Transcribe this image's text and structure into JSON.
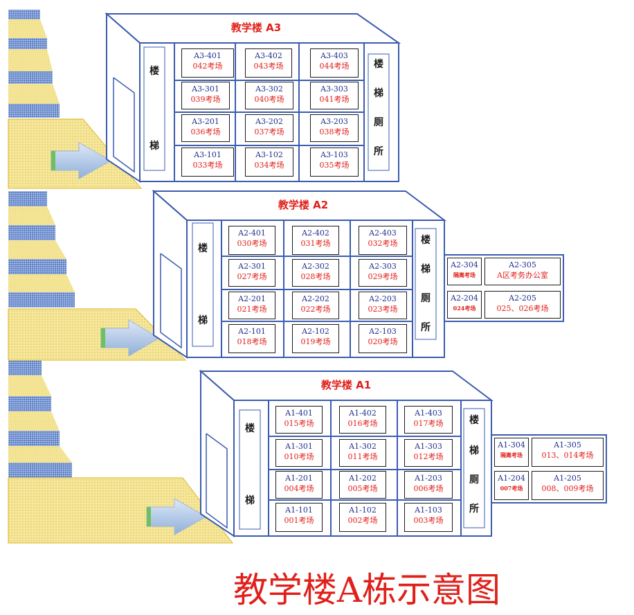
{
  "buildings": {
    "a3": {
      "title": "教学楼 A3",
      "stair_left": [
        "楼",
        "梯"
      ],
      "stair_right": [
        "楼",
        "梯",
        "厕",
        "所"
      ],
      "rooms": [
        {
          "code": "A3-401",
          "name": "042考场"
        },
        {
          "code": "A3-402",
          "name": "043考场"
        },
        {
          "code": "A3-403",
          "name": "044考场"
        },
        {
          "code": "A3-301",
          "name": "039考场"
        },
        {
          "code": "A3-302",
          "name": "040考场"
        },
        {
          "code": "A3-303",
          "name": "041考场"
        },
        {
          "code": "A3-201",
          "name": "036考场"
        },
        {
          "code": "A3-202",
          "name": "037考场"
        },
        {
          "code": "A3-203",
          "name": "038考场"
        },
        {
          "code": "A3-101",
          "name": "033考场"
        },
        {
          "code": "A3-102",
          "name": "034考场"
        },
        {
          "code": "A3-103",
          "name": "035考场"
        }
      ]
    },
    "a2": {
      "title": "教学楼 A2",
      "stair_left": [
        "楼",
        "梯"
      ],
      "stair_right": [
        "楼",
        "梯",
        "厕",
        "所"
      ],
      "rooms": [
        {
          "code": "A2-401",
          "name": "030考场"
        },
        {
          "code": "A2-402",
          "name": "031考场"
        },
        {
          "code": "A2-403",
          "name": "032考场"
        },
        {
          "code": "A2-301",
          "name": "027考场"
        },
        {
          "code": "A2-302",
          "name": "028考场"
        },
        {
          "code": "A2-303",
          "name": "029考场"
        },
        {
          "code": "A2-201",
          "name": "021考场"
        },
        {
          "code": "A2-202",
          "name": "022考场"
        },
        {
          "code": "A2-203",
          "name": "023考场"
        },
        {
          "code": "A2-101",
          "name": "018考场"
        },
        {
          "code": "A2-102",
          "name": "019考场"
        },
        {
          "code": "A2-103",
          "name": "020考场"
        }
      ],
      "annex": [
        {
          "code": "A2-304",
          "name": "隔离考场"
        },
        {
          "code": "A2-305",
          "name": "A区考务办公室"
        },
        {
          "code": "A2-204",
          "name": "024考场"
        },
        {
          "code": "A2-205",
          "name": "025、026考场"
        }
      ]
    },
    "a1": {
      "title": "教学楼 A1",
      "stair_left": [
        "楼",
        "梯"
      ],
      "stair_right": [
        "楼",
        "梯",
        "厕",
        "所"
      ],
      "rooms": [
        {
          "code": "A1-401",
          "name": "015考场"
        },
        {
          "code": "A1-402",
          "name": "016考场"
        },
        {
          "code": "A1-403",
          "name": "017考场"
        },
        {
          "code": "A1-301",
          "name": "010考场"
        },
        {
          "code": "A1-302",
          "name": "011考场"
        },
        {
          "code": "A1-303",
          "name": "012考场"
        },
        {
          "code": "A1-201",
          "name": "004考场"
        },
        {
          "code": "A1-202",
          "name": "005考场"
        },
        {
          "code": "A1-203",
          "name": "006考场"
        },
        {
          "code": "A1-101",
          "name": "001考场"
        },
        {
          "code": "A1-102",
          "name": "002考场"
        },
        {
          "code": "A1-103",
          "name": "003考场"
        }
      ],
      "annex": [
        {
          "code": "A1-304",
          "name": "隔离考场"
        },
        {
          "code": "A1-305",
          "name": "013、014考场"
        },
        {
          "code": "A1-204",
          "name": "007考场"
        },
        {
          "code": "A1-205",
          "name": "008、009考场"
        }
      ]
    }
  },
  "main_title": "教学楼A栋示意图",
  "colors": {
    "title_red": "#e0201b",
    "code_blue": "#1f2f8a",
    "outline_blue": "#3a5bb0",
    "stair_blue": "#5b7fc8",
    "floor_yellow": "#f6e79a"
  }
}
